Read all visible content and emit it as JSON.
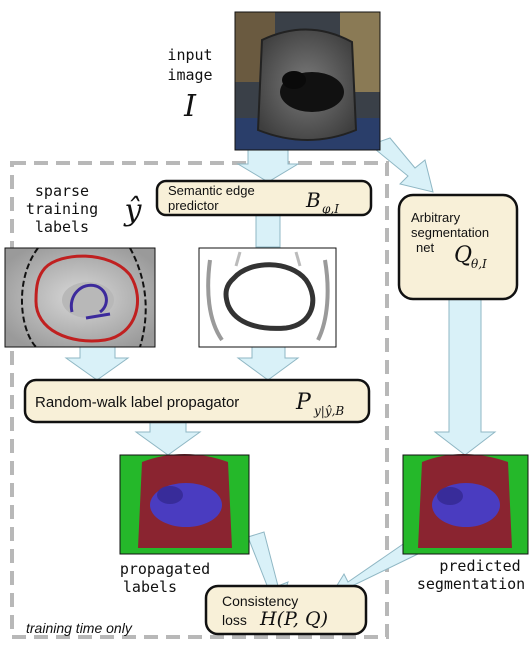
{
  "input": {
    "line1": "input",
    "line2": "image",
    "symbol": "I"
  },
  "sparse": {
    "line1": "sparse",
    "line2": "training",
    "line3": "labels",
    "symbol": "ŷ"
  },
  "edge_predictor": {
    "line1": "Semantic edge",
    "line2": "predictor",
    "symbol": "B",
    "sub": "φ,I"
  },
  "seg_net": {
    "line1": "Arbitrary",
    "line2": "segmentation",
    "line3": "net",
    "symbol": "Q",
    "sub": "θ,I"
  },
  "propagator": {
    "label": "Random-walk label propagator",
    "symbol": "P",
    "sub": "y|ŷ,B"
  },
  "propagated": {
    "line1": "propagated",
    "line2": "labels"
  },
  "predicted": {
    "line1": "predicted",
    "line2": "segmentation"
  },
  "consistency": {
    "line1": "Consistency",
    "line2": "loss",
    "formula": "H(P, Q)"
  },
  "training_region": {
    "label": "training time only"
  },
  "colors": {
    "box_fill": "#f8f0d8",
    "arrow_fill": "#d9f1f8",
    "dashed": "#b8b8b8",
    "label_purple": "#3c2a9c",
    "label_red": "#c02020"
  }
}
